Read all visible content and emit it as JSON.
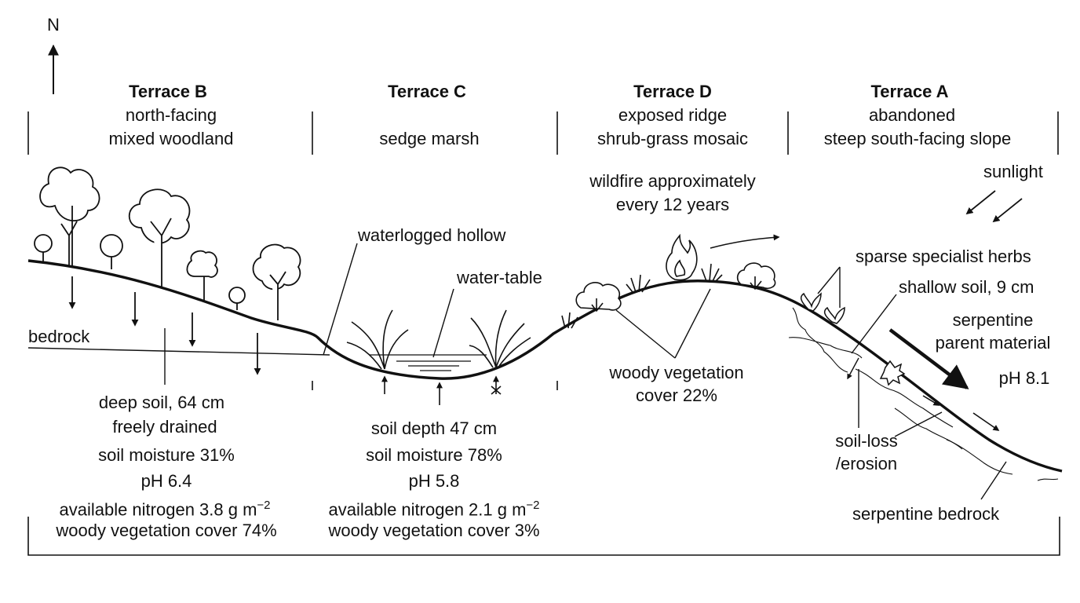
{
  "north": "N",
  "terraces": [
    {
      "name": "Terrace B",
      "line1": "north-facing",
      "line2": "mixed woodland"
    },
    {
      "name": "Terrace C",
      "line1": "",
      "line2": "sedge marsh"
    },
    {
      "name": "Terrace D",
      "line1": "exposed ridge",
      "line2": "shrub-grass mosaic"
    },
    {
      "name": "Terrace A",
      "line1": "abandoned",
      "line2": "steep south-facing slope"
    }
  ],
  "labels": {
    "bedrock": "bedrock",
    "waterlogged": "waterlogged hollow",
    "water_table": "water-table",
    "wildfire": [
      "wildfire approximately",
      "every 12 years"
    ],
    "woody_d": [
      "woody vegetation",
      "cover 22%"
    ],
    "sunlight": "sunlight",
    "herbs": "sparse specialist herbs",
    "shallow": "shallow soil, 9 cm",
    "serpentine_parent": [
      "serpentine",
      "parent material"
    ],
    "ph_a": "pH 8.1",
    "erosion": [
      "soil-loss",
      "/erosion"
    ],
    "serp_bedrock": "serpentine bedrock"
  },
  "stats_b": [
    "deep soil, 64 cm",
    "freely drained",
    "soil moisture 31%",
    "pH 6.4",
    "available nitrogen 3.8 g m",
    "woody vegetation cover 74%"
  ],
  "stats_c": [
    "soil depth 47 cm",
    "soil moisture 78%",
    "pH 5.8",
    "available nitrogen 2.1 g m",
    "woody vegetation cover 3%"
  ],
  "superscript": "−2"
}
